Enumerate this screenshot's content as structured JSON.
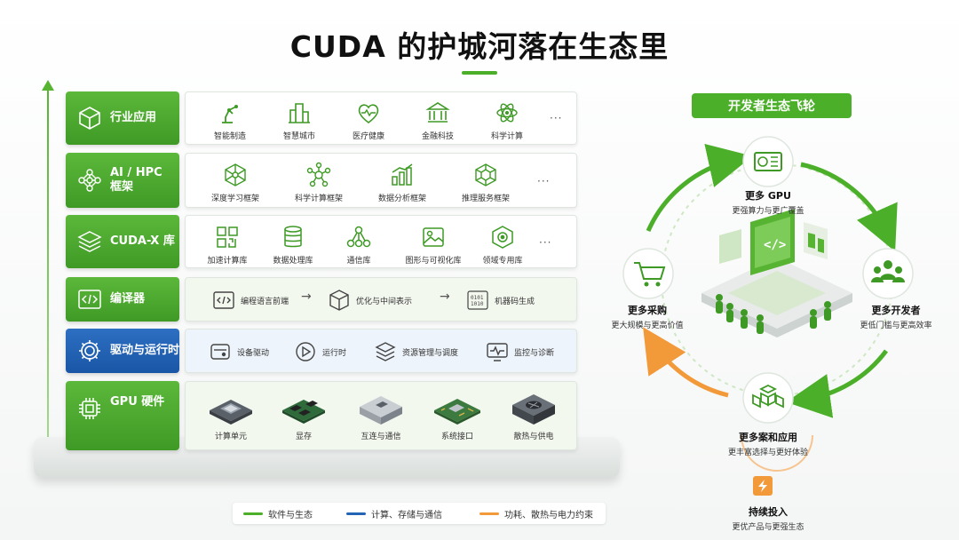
{
  "title": "CUDA 的护城河落在生态里",
  "layers": [
    {
      "label": "行业应用",
      "items": [
        "智能制造",
        "智慧城市",
        "医疗健康",
        "金融科技",
        "科学计算"
      ],
      "more": "···"
    },
    {
      "label_line1": "AI / HPC",
      "label_line2": "框架",
      "items": [
        "深度学习框架",
        "科学计算框架",
        "数据分析框架",
        "推理服务框架"
      ],
      "more": "···"
    },
    {
      "label": "CUDA-X 库",
      "items": [
        "加速计算库",
        "数据处理库",
        "通信库",
        "图形与可视化库",
        "领域专用库"
      ],
      "more": "···"
    },
    {
      "label": "编译器",
      "items": [
        "编程语言前端",
        "优化与中间表示",
        "机器码生成"
      ],
      "arrow": "→"
    },
    {
      "label": "驱动与运行时",
      "items": [
        "设备驱动",
        "运行时",
        "资源管理与调度",
        "监控与诊断"
      ]
    },
    {
      "label": "GPU 硬件",
      "items": [
        "计算单元",
        "显存",
        "互连与通信",
        "系统接口",
        "散热与供电"
      ]
    }
  ],
  "legend": [
    {
      "label": "软件与生态",
      "color": "#4caf2a"
    },
    {
      "label": "计算、存储与通信",
      "color": "#2364b4"
    },
    {
      "label": "功耗、散热与电力约束",
      "color": "#f29a3a"
    }
  ],
  "flywheel": {
    "title": "开发者生态飞轮",
    "nodes": [
      {
        "title": "更多 GPU",
        "sub": "更强算力与更广覆盖"
      },
      {
        "title": "更多开发者",
        "sub": "更低门槛与更高效率"
      },
      {
        "title": "更多案和应用",
        "sub": "更丰富选择与更好体验"
      },
      {
        "title": "更多采购",
        "sub": "更大规模与更高价值"
      },
      {
        "title": "持续投入",
        "sub": "更优产品与更强生态"
      }
    ]
  },
  "colors": {
    "green": "#4caf2a",
    "blue": "#2364b4",
    "orange": "#f29a3a"
  }
}
